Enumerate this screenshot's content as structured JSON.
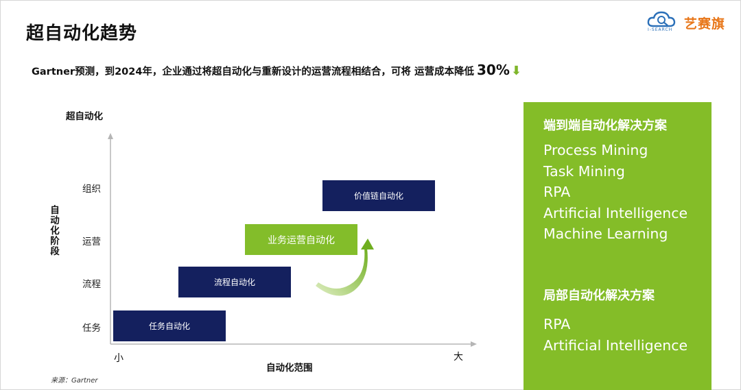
{
  "header": {
    "title": "超自动化趋势",
    "logo_text": "艺赛旗",
    "logo_sub": "I-SEARCH"
  },
  "subtitle": {
    "text": "Gartner预测，到2024年，企业通过将超自动化与重新设计的运营流程相结合，可将 运营成本降低",
    "highlight": "30%",
    "arrow": "⬇"
  },
  "chart": {
    "y_title": "超自动化",
    "y_side_title": "自动化阶段",
    "y_ticks": [
      "组织",
      "运营",
      "流程",
      "任务"
    ],
    "x_small": "小",
    "x_big": "大",
    "x_title": "自动化范围",
    "boxes": [
      "价值链自动化",
      "业务运营自动化",
      "流程自动化",
      "任务自动化"
    ],
    "source": "来源：Gartner"
  },
  "panel": {
    "section1_title": "端到端自动化解决方案",
    "section1_items": [
      "Process Mining",
      "Task Mining",
      "RPA",
      "Artificial Intelligence",
      "Machine Learning"
    ],
    "section2_title": "局部自动化解决方案",
    "section2_items": [
      "RPA",
      "Artificial Intelligence"
    ]
  },
  "colors": {
    "navy": "#14205e",
    "green": "#84bd28",
    "logo_orange": "#e8771a",
    "logo_blue": "#2a6fb8"
  }
}
